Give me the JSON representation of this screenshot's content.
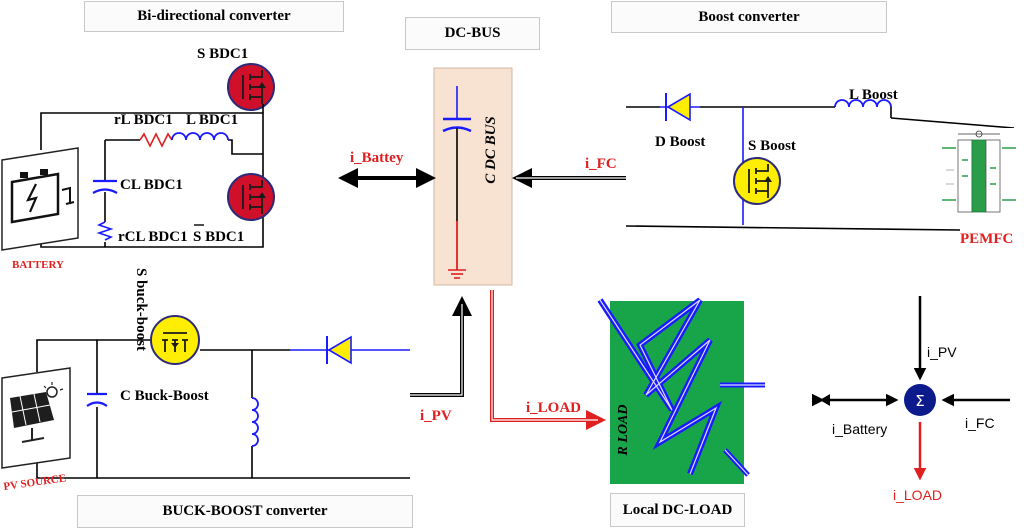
{
  "titles": {
    "bidirectional": "Bi-directional converter",
    "dcbus": "DC-BUS",
    "boost": "Boost converter",
    "buckboost": "BUCK-BOOST converter",
    "local_load": "Local DC-LOAD"
  },
  "bdc": {
    "s_upper": "S BDC1",
    "s_lower": "S BDC1",
    "rl": "rL BDC1",
    "l": "L BDC1",
    "cl": "CL BDC1",
    "rcl": "rCL BDC1"
  },
  "battery_label": "BATTERY",
  "pv_label": "PV SOURCE",
  "bus": {
    "cap": "C DC BUS",
    "i_battery": "i_Battey",
    "i_fc": "i_FC",
    "i_pv": "i_PV",
    "i_load": "i_LOAD"
  },
  "boost": {
    "l": "L Boost",
    "d": "D Boost",
    "s": "S Boost",
    "pemfc": "PEMFC"
  },
  "buck": {
    "s": "S buck-boost",
    "c": "C Buck-Boost"
  },
  "load": {
    "r": "R LOAD"
  },
  "summing": {
    "symbol": "Σ",
    "i_pv": "i_PV",
    "i_battery": "i_Battery",
    "i_fc": "i_FC",
    "i_load": "i_LOAD"
  },
  "colors": {
    "accent_red": "#e02020",
    "wire_blue": "#1a1aff",
    "switch_red": "#d0102a",
    "switch_yellow": "#ffee00",
    "bus_fill": "#f8e2d2",
    "load_green": "#18a54a",
    "sum_navy": "#0d1a8c"
  }
}
